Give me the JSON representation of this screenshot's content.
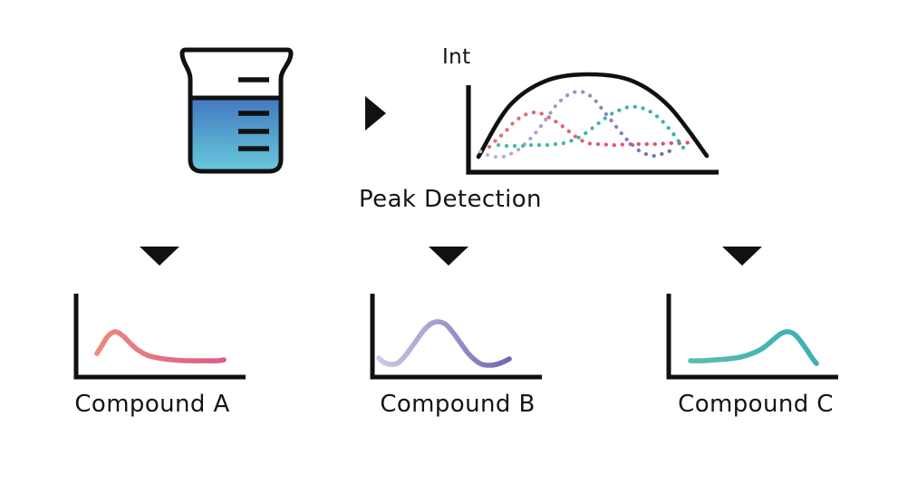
{
  "figure": {
    "background": "#ffffff",
    "ink": "#111111",
    "text_color": "#141414"
  },
  "icons": {
    "beaker": "beaker-icon",
    "right_arrow_glyph": "▶",
    "down_arrow_glyph": "▼"
  },
  "beaker": {
    "outline_color": "#111111",
    "liquid_gradient_top": "#4377c0",
    "liquid_gradient_bottom": "#68cadb",
    "upper_tick_count": 1,
    "liquid_tick_count": 3
  },
  "peak_detection": {
    "title": "Peak Detection",
    "y_axis_label": "Int",
    "axis_color": "#111111",
    "curves": [
      {
        "name": "envelope-curve",
        "style": "solid",
        "width": 4.6,
        "colors": [
          "#101010"
        ],
        "points": [
          [
            28,
            103
          ],
          [
            62,
            47
          ],
          [
            103,
            19
          ],
          [
            150,
            12
          ],
          [
            197,
            19
          ],
          [
            238,
            47
          ],
          [
            280,
            102
          ]
        ]
      },
      {
        "name": "compound-a-trace",
        "style": "dotted",
        "width": 4.2,
        "colors": [
          "#e3736c",
          "#d84b7e"
        ],
        "points": [
          [
            40,
            92
          ],
          [
            48,
            84
          ],
          [
            57,
            76
          ],
          [
            66,
            66
          ],
          [
            75,
            59
          ],
          [
            84,
            55
          ],
          [
            93,
            54
          ],
          [
            101,
            57
          ],
          [
            110,
            62
          ],
          [
            119,
            68
          ],
          [
            128,
            75
          ],
          [
            137,
            82
          ],
          [
            146,
            87
          ],
          [
            155,
            89
          ],
          [
            164,
            89
          ],
          [
            173,
            90
          ],
          [
            182,
            90
          ],
          [
            191,
            89
          ],
          [
            200,
            89
          ],
          [
            209,
            89
          ],
          [
            218,
            89
          ],
          [
            227,
            89
          ],
          [
            236,
            88
          ],
          [
            245,
            88
          ],
          [
            253,
            88
          ],
          [
            262,
            87
          ]
        ]
      },
      {
        "name": "compound-b-trace",
        "style": "dotted",
        "width": 4.2,
        "colors": [
          "#c3b8de",
          "#6f68b2"
        ],
        "points": [
          [
            30,
            97
          ],
          [
            38,
            101
          ],
          [
            47,
            103
          ],
          [
            55,
            103
          ],
          [
            63,
            100
          ],
          [
            72,
            95
          ],
          [
            80,
            88
          ],
          [
            89,
            79
          ],
          [
            97,
            69
          ],
          [
            105,
            58
          ],
          [
            113,
            47
          ],
          [
            121,
            39
          ],
          [
            130,
            33
          ],
          [
            140,
            31
          ],
          [
            149,
            34
          ],
          [
            157,
            41
          ],
          [
            165,
            51
          ],
          [
            173,
            61
          ],
          [
            181,
            71
          ],
          [
            189,
            81
          ],
          [
            197,
            89
          ],
          [
            205,
            96
          ],
          [
            213,
            100
          ],
          [
            222,
            102
          ],
          [
            230,
            100
          ],
          [
            238,
            97
          ],
          [
            245,
            94
          ]
        ]
      },
      {
        "name": "compound-c-trace",
        "style": "dotted",
        "width": 4.2,
        "colors": [
          "#4fb8a8",
          "#35afb2"
        ],
        "points": [
          [
            50,
            90
          ],
          [
            59,
            91
          ],
          [
            68,
            91
          ],
          [
            77,
            91
          ],
          [
            86,
            90
          ],
          [
            95,
            90
          ],
          [
            104,
            90
          ],
          [
            113,
            89
          ],
          [
            122,
            88
          ],
          [
            131,
            85
          ],
          [
            140,
            81
          ],
          [
            149,
            75
          ],
          [
            158,
            68
          ],
          [
            167,
            61
          ],
          [
            176,
            55
          ],
          [
            185,
            51
          ],
          [
            194,
            48
          ],
          [
            203,
            48
          ],
          [
            211,
            50
          ],
          [
            219,
            54
          ],
          [
            227,
            60
          ],
          [
            234,
            67
          ],
          [
            241,
            75
          ],
          [
            247,
            83
          ],
          [
            252,
            90
          ],
          [
            256,
            96
          ]
        ]
      }
    ]
  },
  "compounds": [
    {
      "label": "Compound A",
      "color_start": "#ec8a7c",
      "color_end": "#dc5b88",
      "curves": [
        {
          "name": "compound-a-peak",
          "style": "solid",
          "width": 5.6,
          "colors": [
            "#ec8a7c",
            "#dc5b88"
          ],
          "points": [
            [
              32,
              70
            ],
            [
              37,
              62
            ],
            [
              44,
              51
            ],
            [
              52,
              46
            ],
            [
              60,
              50
            ],
            [
              68,
              58
            ],
            [
              77,
              66
            ],
            [
              88,
              72
            ],
            [
              100,
              75
            ],
            [
              115,
              77
            ],
            [
              132,
              78
            ],
            [
              150,
              78
            ],
            [
              165,
              78
            ],
            [
              172,
              77
            ]
          ]
        }
      ]
    },
    {
      "label": "Compound B",
      "color_start": "#cfc8e6",
      "color_end": "#6f68b2",
      "curves": [
        {
          "name": "compound-b-peak",
          "style": "solid",
          "width": 5.6,
          "colors": [
            "#cfc8e6",
            "#6f68b2"
          ],
          "points": [
            [
              16,
              75
            ],
            [
              22,
              80
            ],
            [
              29,
              82
            ],
            [
              36,
              81
            ],
            [
              43,
              75
            ],
            [
              50,
              66
            ],
            [
              58,
              55
            ],
            [
              66,
              44
            ],
            [
              74,
              37
            ],
            [
              82,
              35
            ],
            [
              90,
              38
            ],
            [
              98,
              47
            ],
            [
              106,
              58
            ],
            [
              114,
              69
            ],
            [
              122,
              77
            ],
            [
              130,
              82
            ],
            [
              138,
              83
            ],
            [
              146,
              82
            ],
            [
              154,
              79
            ],
            [
              160,
              76
            ]
          ]
        }
      ]
    },
    {
      "label": "Compound C",
      "color_start": "#5abcae",
      "color_end": "#3cafb8",
      "curves": [
        {
          "name": "compound-c-peak",
          "style": "solid",
          "width": 5.6,
          "colors": [
            "#5abcae",
            "#3cafb8"
          ],
          "points": [
            [
              33,
              78
            ],
            [
              46,
              78
            ],
            [
              60,
              77
            ],
            [
              74,
              76
            ],
            [
              88,
              74
            ],
            [
              101,
              70
            ],
            [
              113,
              64
            ],
            [
              124,
              55
            ],
            [
              133,
              48
            ],
            [
              141,
              46
            ],
            [
              148,
              49
            ],
            [
              155,
              57
            ],
            [
              162,
              67
            ],
            [
              168,
              76
            ],
            [
              172,
              81
            ]
          ]
        }
      ]
    }
  ]
}
